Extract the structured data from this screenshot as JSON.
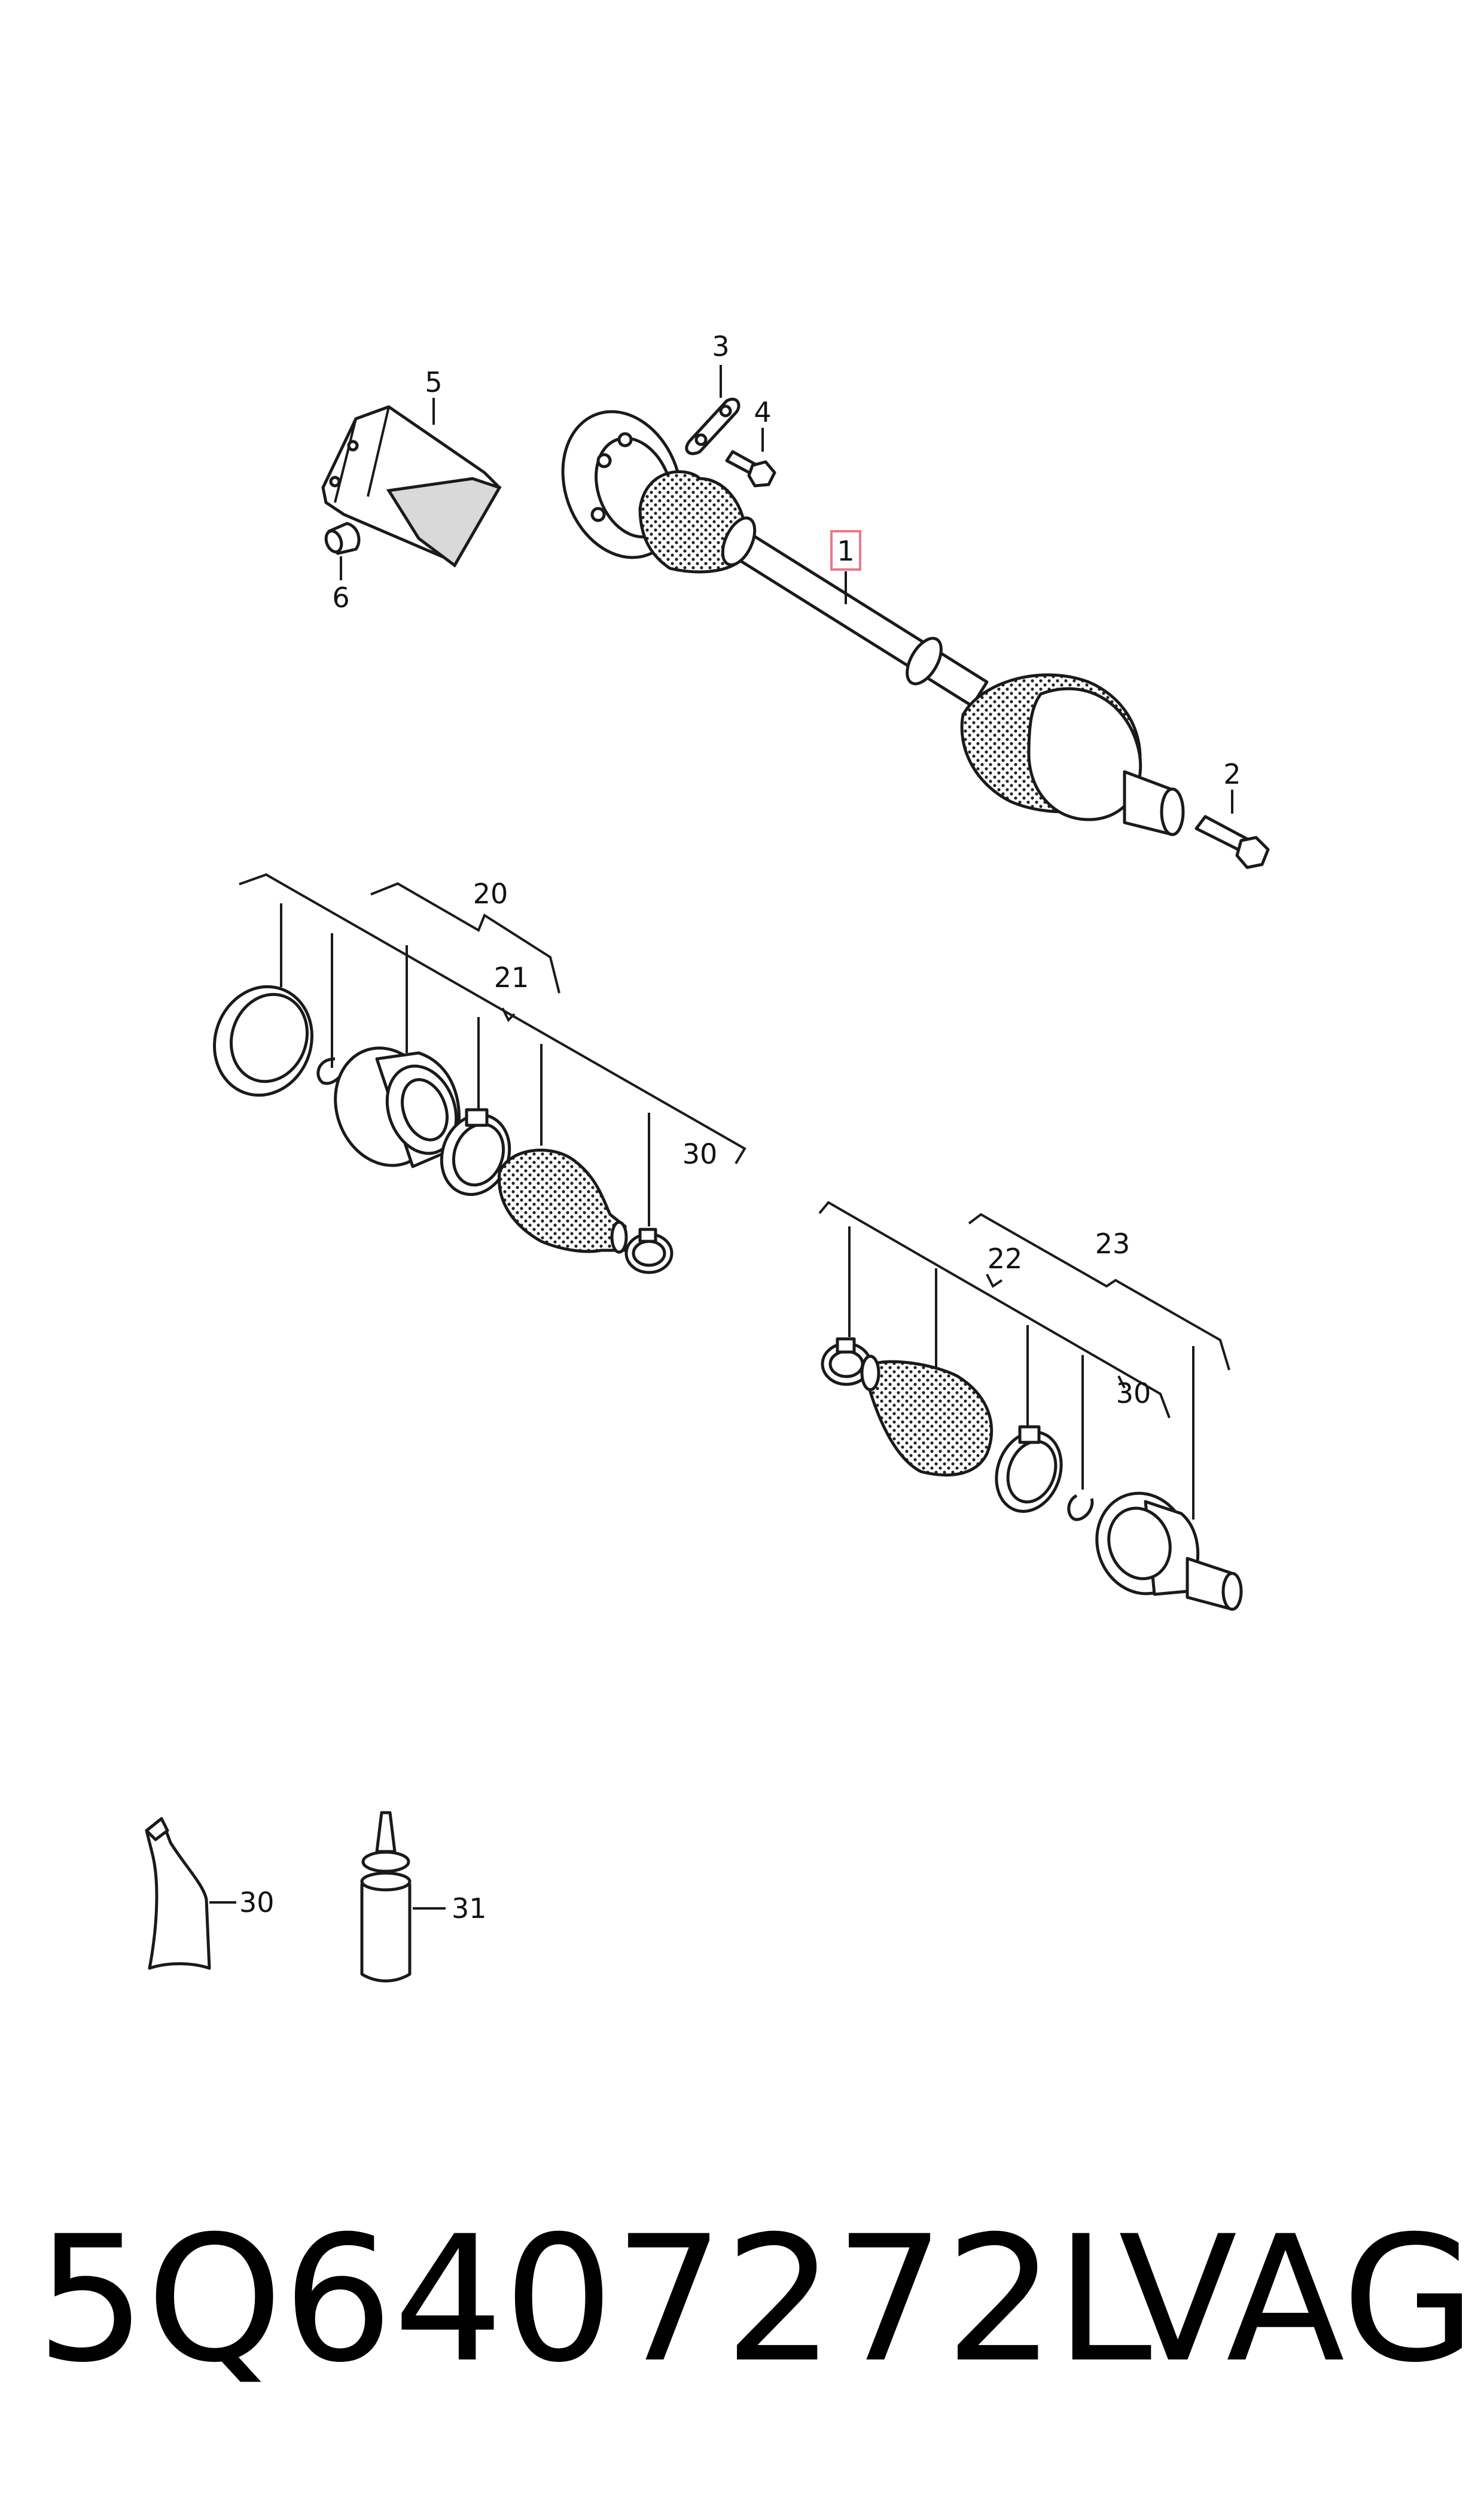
{
  "callouts": {
    "c1": "1",
    "c2": "2",
    "c3": "3",
    "c4": "4",
    "c5": "5",
    "c6": "6",
    "c20": "20",
    "c21": "21",
    "c30a": "30",
    "c22": "22",
    "c23": "23",
    "c30b": "30",
    "c30c": "30",
    "c31": "31"
  },
  "caption": {
    "part_number": "5Q6407272L",
    "brand": "VAG"
  },
  "colors": {
    "highlight_box": "#e87a8a",
    "line": "#1a1a1a"
  }
}
